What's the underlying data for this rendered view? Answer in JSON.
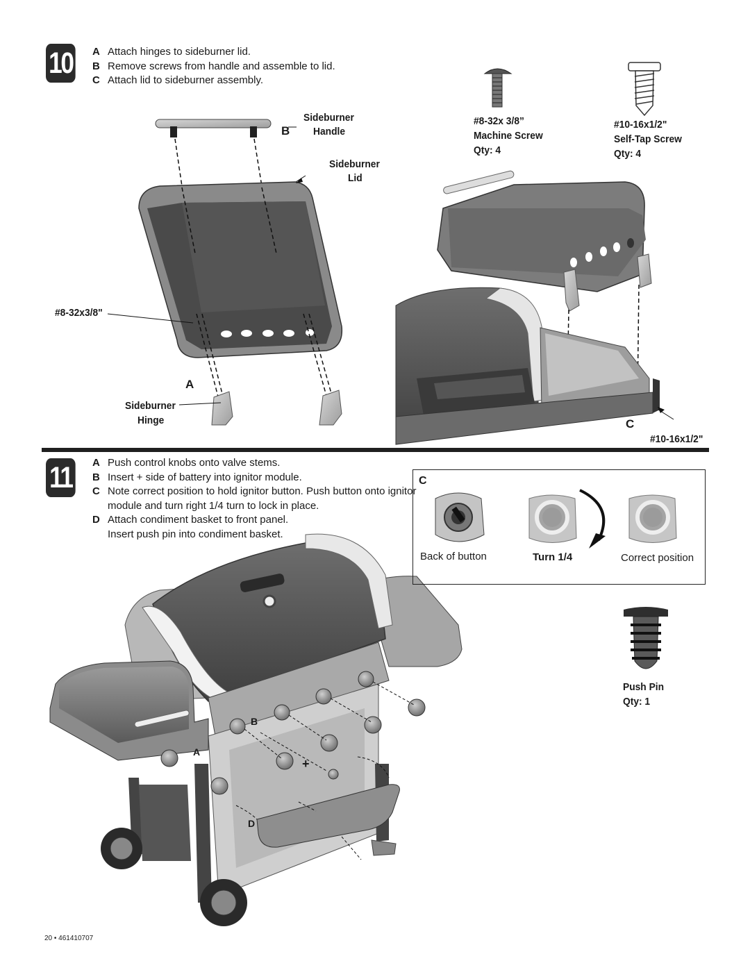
{
  "step10": {
    "number": "10",
    "instructions": [
      {
        "letter": "A",
        "text": "Attach hinges to sideburner lid."
      },
      {
        "letter": "B",
        "text": "Remove screws from handle and assemble to lid."
      },
      {
        "letter": "C",
        "text": "Attach lid to sideburner assembly."
      }
    ],
    "labels": {
      "handle_line1": "Sideburner",
      "handle_line2": "Handle",
      "handle_callout": "B",
      "lid_line1": "Sideburner",
      "lid_line2": "Lid",
      "screw_label": "#8-32x3/8\"",
      "hinge_callout": "A",
      "hinge_line1": "Sideburner",
      "hinge_line2": "Hinge",
      "c_callout": "C",
      "c_screw_label": "#10-16x1/2\""
    },
    "hardware": [
      {
        "line1": "#8-32x 3/8”",
        "line2": "Machine Screw",
        "qty": "Qty: 4",
        "icon": "machine-screw-icon"
      },
      {
        "line1": "#10-16x1/2\"",
        "line2": "Self-Tap Screw",
        "qty": "Qty: 4",
        "icon": "self-tap-screw-icon"
      }
    ]
  },
  "step11": {
    "number": "11",
    "instructions": [
      {
        "letter": "A",
        "lines": [
          "Push control knobs onto valve stems."
        ]
      },
      {
        "letter": "B",
        "lines": [
          "Insert + side of battery into ignitor module."
        ]
      },
      {
        "letter": "C",
        "lines": [
          "Note correct position to hold ignitor button. Push button onto ignitor",
          "module and turn right 1/4 turn to lock in place."
        ]
      },
      {
        "letter": "D",
        "lines": [
          "Attach condiment basket to front panel.",
          "Insert push pin into condiment basket."
        ]
      }
    ],
    "detail_c": {
      "label": "C",
      "captions": [
        "Back of button",
        "Turn 1/4",
        "Correct position"
      ]
    },
    "push_pin": {
      "line1": "Push Pin",
      "line2": "Qty: 1",
      "icon": "push-pin-icon"
    },
    "callouts": {
      "a": "A",
      "b": "B",
      "plus": "+",
      "d": "D"
    }
  },
  "footer": "20 • 461410707"
}
